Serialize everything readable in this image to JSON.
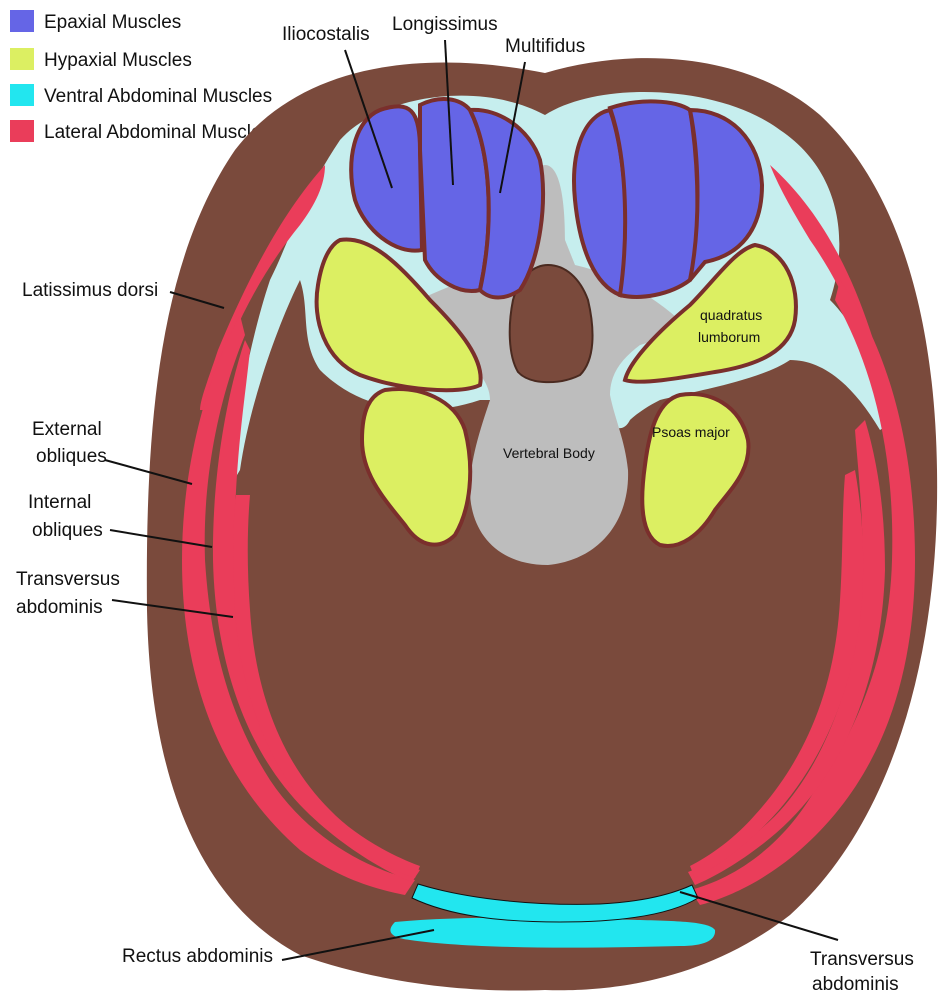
{
  "colors": {
    "epaxial": "#6565e6",
    "hypaxial": "#dcef62",
    "ventral": "#22e6ef",
    "lateral": "#ea3d5a",
    "body": "#7a4a3c",
    "fascia": "#c6eeee",
    "bone": "#bdbdbd",
    "outline": "#7a2f2c"
  },
  "legend": [
    {
      "label": "Epaxial Muscles",
      "color": "#6565e6"
    },
    {
      "label": "Hypaxial Muscles",
      "color": "#dcef62"
    },
    {
      "label": "Ventral Abdominal Muscles",
      "color": "#22e6ef"
    },
    {
      "label": "Lateral Abdominal Muscles",
      "color": "#ea3d5a"
    }
  ],
  "labels": {
    "iliocostalis": "Iliocostalis",
    "longissimus": "Longissimus",
    "multifidus": "Multifidus",
    "latissimus_dorsi": "Latissimus dorsi",
    "external_obliques": [
      "External",
      "obliques"
    ],
    "internal_obliques": [
      "Internal",
      "obliques"
    ],
    "transversus_left": [
      "Transversus",
      "abdominis"
    ],
    "transversus_right": [
      "Transversus",
      "abdominis"
    ],
    "rectus_abdominis": "Rectus abdominis",
    "quadratus_lumborum": [
      "quadratus",
      "lumborum"
    ],
    "psoas_major": "Psoas major",
    "vertebral_body": "Vertebral Body"
  }
}
